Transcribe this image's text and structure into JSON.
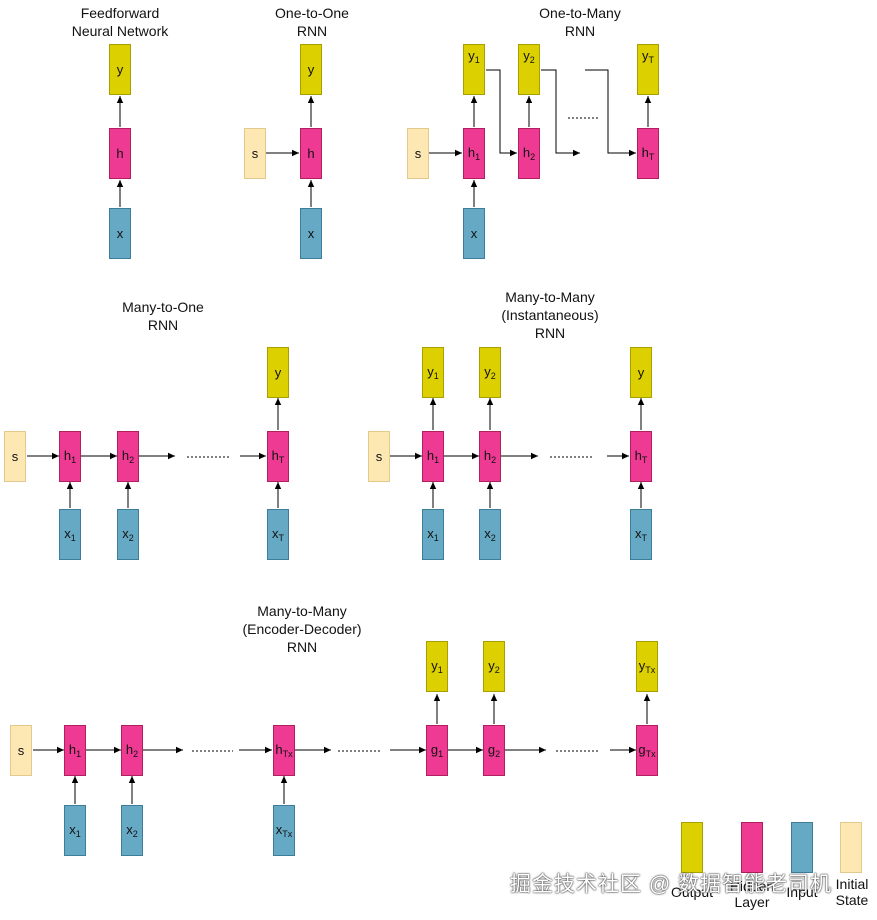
{
  "titles": {
    "feedforward": [
      "Feedforward",
      "Neural Network"
    ],
    "one_to_one": [
      "One-to-One",
      "RNN"
    ],
    "one_to_many": [
      "One-to-Many",
      "RNN"
    ],
    "many_to_one": [
      "Many-to-One",
      "RNN"
    ],
    "many_to_many_inst": [
      "Many-to-Many",
      "(Instantaneous)",
      "RNN"
    ],
    "encoder_decoder": [
      "Many-to-Many",
      "(Encoder-Decoder)",
      "RNN"
    ]
  },
  "legend": {
    "output": "Output",
    "hidden": "Hidden Layer",
    "input": "Input",
    "initial": "Initial State"
  },
  "watermark": "掘金技术社区 @ 数据智能老司机",
  "colors": {
    "output": "#ddd000",
    "hidden": "#ee3a93",
    "input": "#66a9c5",
    "initial": "#fde7b3"
  }
}
